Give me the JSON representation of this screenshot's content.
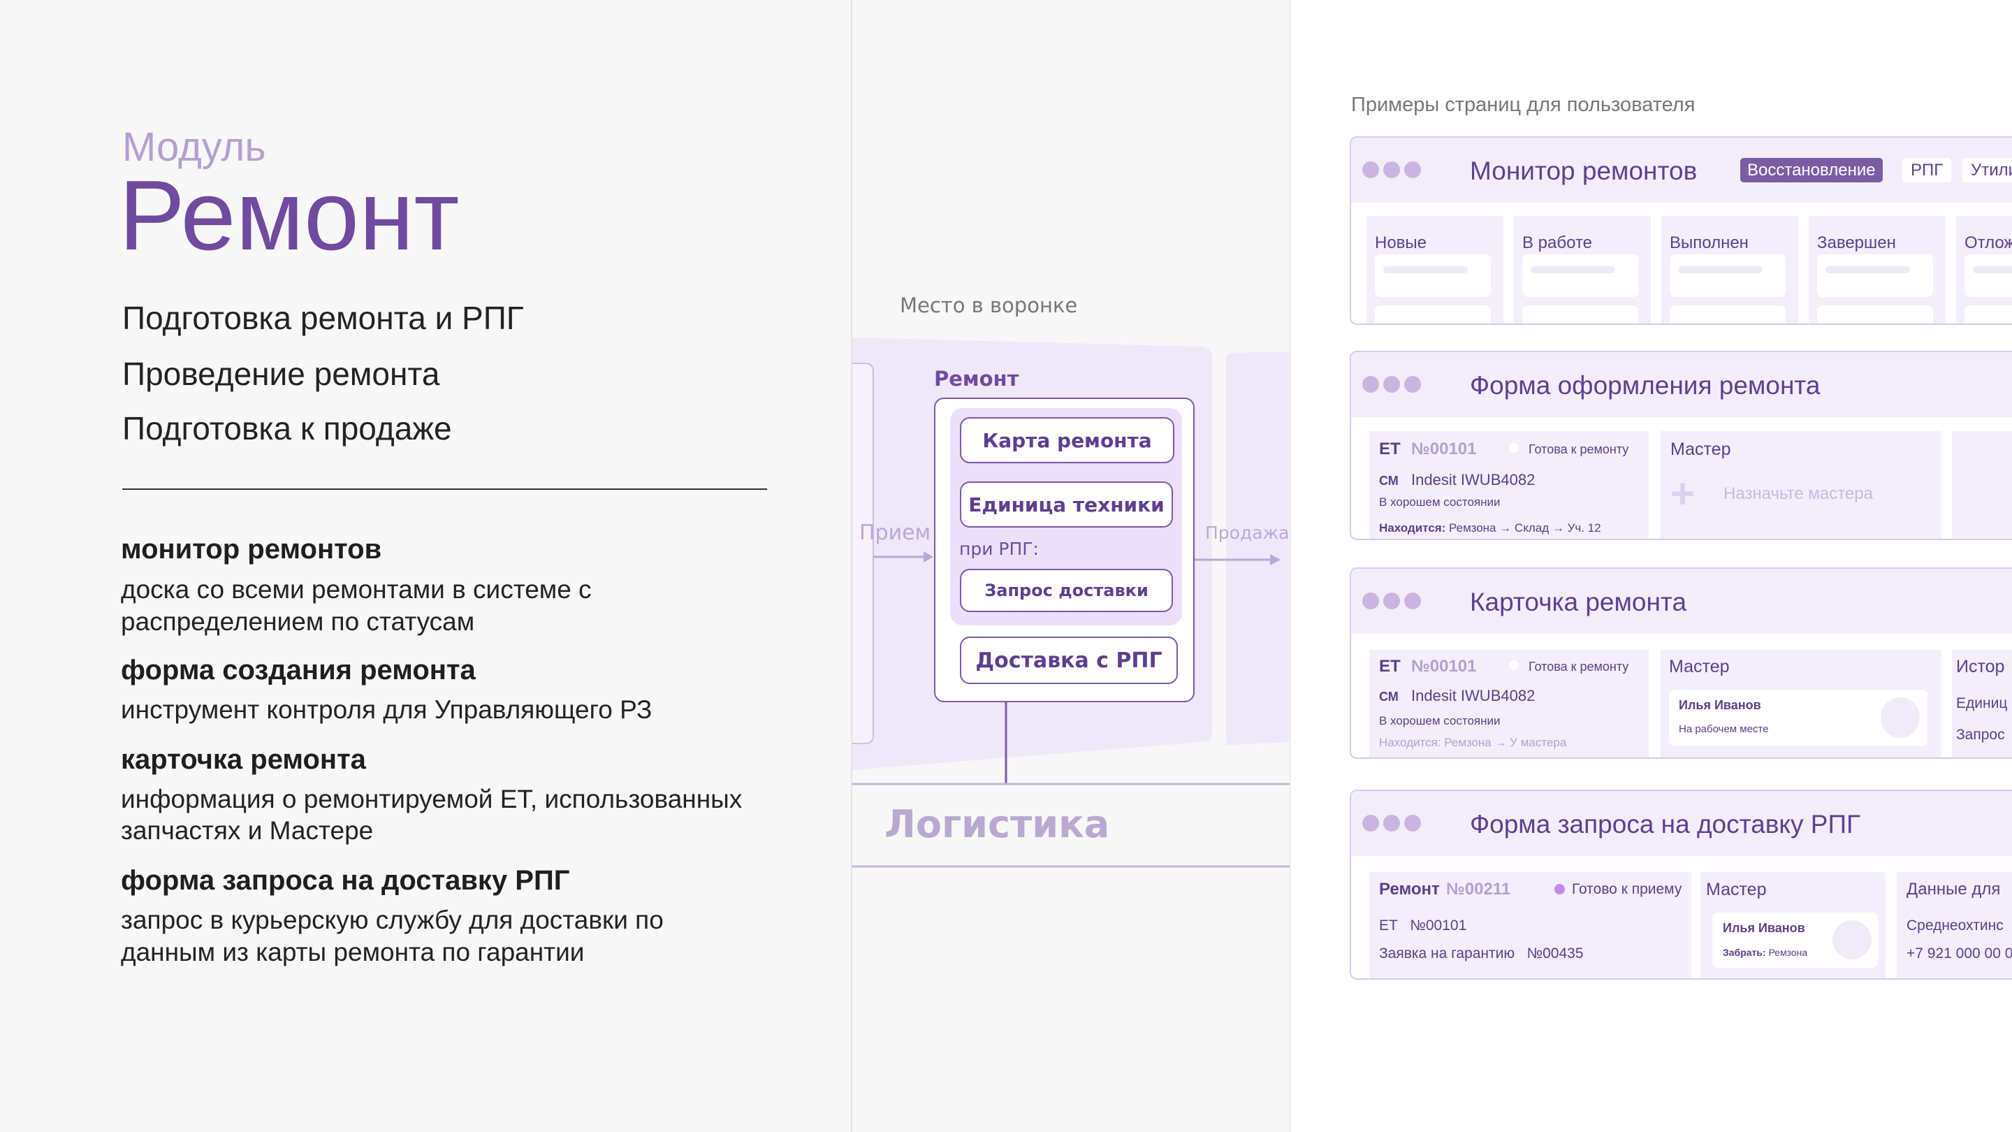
{
  "left": {
    "module_label": "Модуль",
    "title": "Ремонт",
    "subtitles": [
      "Подготовка ремонта и РПГ",
      "Проведение ремонта",
      "Подготовка к продаже"
    ],
    "features": [
      {
        "title": "монитор ремонтов",
        "lines": [
          "доска со всеми ремонтами в системе с",
          "распределением по статусам"
        ]
      },
      {
        "title": "форма создания ремонта",
        "lines": [
          "инструмент контроля для Управляющего РЗ"
        ]
      },
      {
        "title": "карточка ремонта",
        "lines": [
          "информация о ремонтируемой ЕТ, использованных",
          "запчастях и Мастере"
        ]
      },
      {
        "title": "форма запроса на доставку РПГ",
        "lines": [
          "запрос в курьерскую службу для доставки по",
          "данным из карты ремонта по гарантии"
        ]
      }
    ]
  },
  "funnel": {
    "heading": "Место в воронке",
    "stage_label": "Ремонт",
    "prev_stage": "Прием",
    "next_stage": "Продажа",
    "items": [
      "Карта ремонта",
      "Единица техники"
    ],
    "rpg_label": "при РПГ:",
    "rpg_item": "Запрос доставки",
    "delivery_item": "Доставка с РПГ",
    "logistics_label": "Логистика"
  },
  "examples": {
    "heading": "Примеры страниц для пользователя",
    "monitor": {
      "title": "Монитор ремонтов",
      "tabs": [
        "Восстановление",
        "РПГ",
        "Утили"
      ],
      "active_tab": "Восстановление",
      "columns": [
        "Новые",
        "В работе",
        "Выполнен",
        "Завершен",
        "Отлож"
      ]
    },
    "form": {
      "title": "Форма оформления ремонта",
      "et_label": "ЕТ",
      "et_number": "№00101",
      "status": "Готова к ремонту",
      "type_label": "СМ",
      "model": "Indesit IWUB4082",
      "condition": "В хорошем состоянии",
      "location_label": "Находится:",
      "location": "Ремзона → Склад → Уч. 12",
      "master_label": "Мастер",
      "assign_master": "Назначьте мастера"
    },
    "card": {
      "title": "Карточка ремонта",
      "et_label": "ЕТ",
      "et_number": "№00101",
      "status": "Готова к ремонту",
      "type_label": "СМ",
      "model": "Indesit IWUB4082",
      "condition": "В хорошем состоянии",
      "location": "Находится: Ремзона → У мастера",
      "master_label": "Мастер",
      "master_name": "Илья Иванов",
      "master_status": "На рабочем месте",
      "history_label": "Истор",
      "history_items": [
        "Единиц",
        "Запрос"
      ]
    },
    "delivery": {
      "title": "Форма запроса на доставку РПГ",
      "repair_label": "Ремонт",
      "repair_number": "№00211",
      "status": "Готово к приему",
      "et_line": "ЕТ   №00101",
      "warranty_line": "Заявка на гарантию   №00435",
      "master_label": "Мастер",
      "master_name": "Илья Иванов",
      "pickup_label": "Забрать:",
      "pickup": "Ремзона",
      "data_label": "Данные для",
      "address": "Среднеохтинс",
      "phone": "+7 921 000 00 0"
    }
  },
  "colors": {
    "accent": "#6f4a9e",
    "accent_light": "#b49fd0",
    "panel": "#f3edfa",
    "tab_active": "#7b5ca3",
    "status_dot": "#c08ae8"
  }
}
